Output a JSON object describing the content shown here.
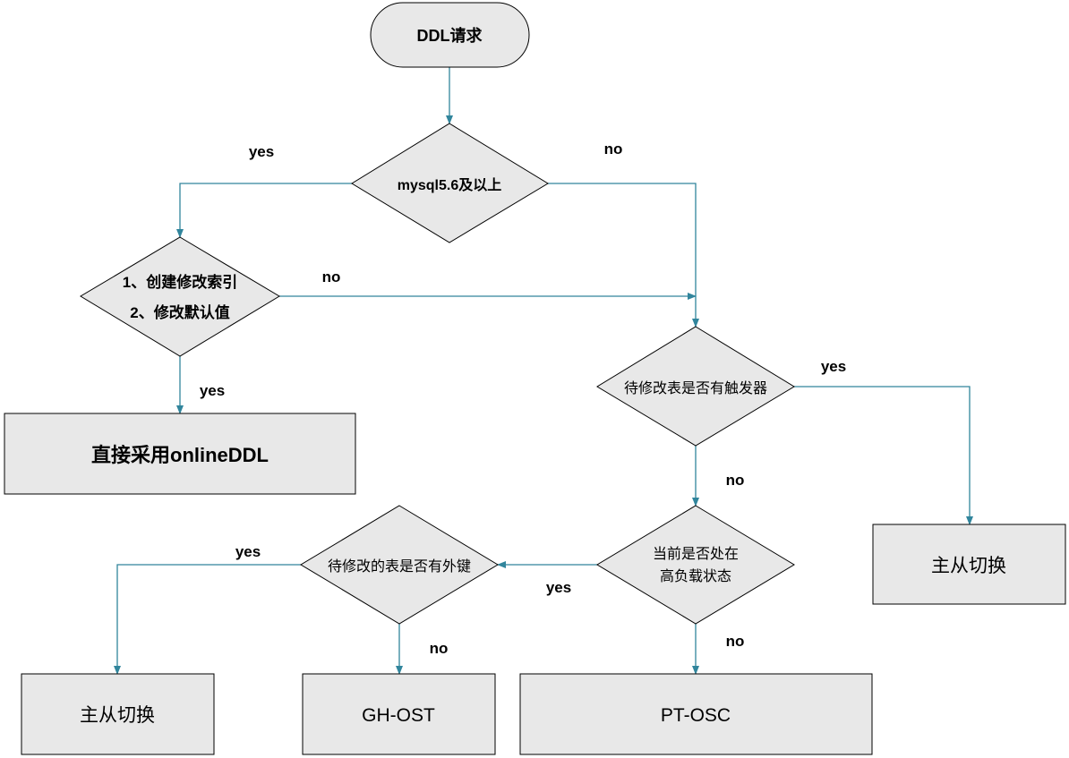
{
  "nodes": {
    "start": "DDL请求",
    "version_check": "mysql5.6及以上",
    "index_check_line1": "1、创建修改索引",
    "index_check_line2": "2、修改默认值",
    "online_ddl": "直接采用onlineDDL",
    "trigger_check": "待修改表是否有触发器",
    "switch_right": "主从切换",
    "load_check_line1": "当前是否处在",
    "load_check_line2": "高负载状态",
    "fk_check": "待修改的表是否有外键",
    "switch_left": "主从切换",
    "gh_ost": "GH-OST",
    "pt_osc": "PT-OSC"
  },
  "edges": {
    "version_yes": "yes",
    "version_no": "no",
    "index_no": "no",
    "index_yes": "yes",
    "trigger_yes": "yes",
    "trigger_no": "no",
    "load_yes": "yes",
    "load_no": "no",
    "fk_yes": "yes",
    "fk_no": "no"
  },
  "colors": {
    "connector": "#31859c",
    "shape_fill": "#e8e8e8",
    "shape_stroke": "#000000"
  }
}
